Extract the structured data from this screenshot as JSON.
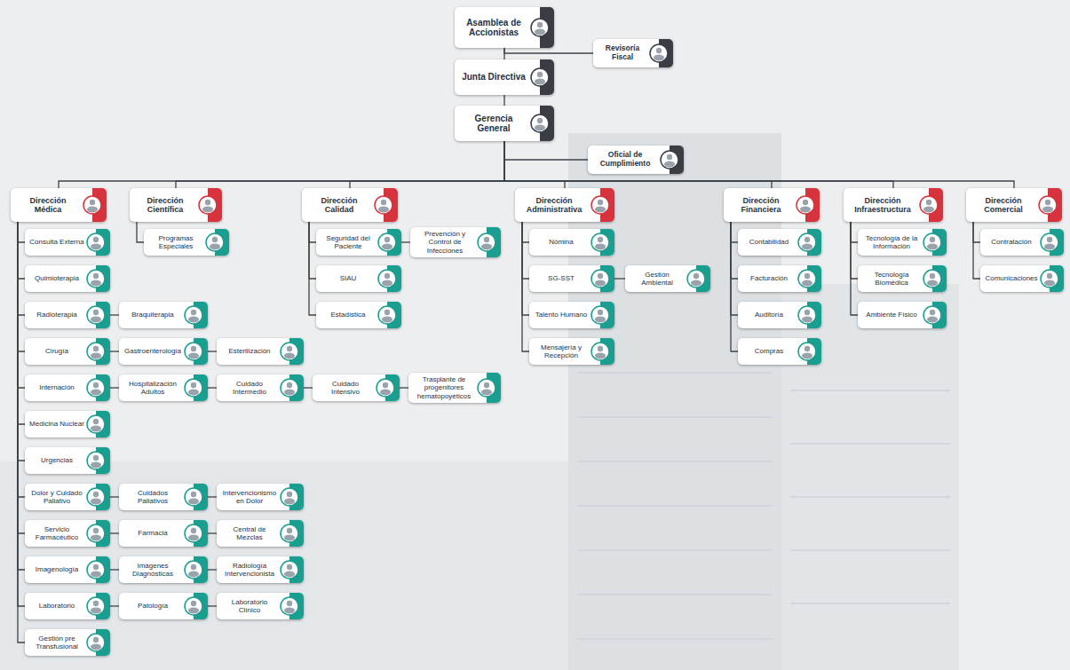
{
  "diagram": {
    "nodes": [
      {
        "text": [
          "Asamblea de Accionistas"
        ]
      },
      {
        "text": [
          "Revisoría Fiscal"
        ]
      },
      {
        "text": [
          "Junta Directiva"
        ]
      },
      {
        "text": [
          "Gerencia General"
        ]
      },
      {
        "text": [
          "Oficial de Cumplimiento"
        ]
      },
      {
        "text": [
          "Dirección Médica"
        ]
      },
      {
        "text": [
          "Dirección Científica"
        ]
      },
      {
        "text": [
          "Dirección Calidad"
        ]
      },
      {
        "text": [
          "Dirección Administrativa"
        ]
      },
      {
        "text": [
          "Dirección Financiera"
        ]
      },
      {
        "text": [
          "Dirección Infraestructura"
        ]
      },
      {
        "text": [
          "Dirección Comercial"
        ]
      },
      {
        "text": [
          "Consulta Externa"
        ]
      },
      {
        "text": [
          "Quimioterapia"
        ]
      },
      {
        "text": [
          "Radioterapia"
        ]
      },
      {
        "text": [
          "Braquiterapia"
        ]
      },
      {
        "text": [
          "Cirugía"
        ]
      },
      {
        "text": [
          "Gastroenterología"
        ]
      },
      {
        "text": [
          "Esterilización"
        ]
      },
      {
        "text": [
          "Internación"
        ]
      },
      {
        "text": [
          "Hospitalización Adultos"
        ]
      },
      {
        "text": [
          "Cuidado Intermedio"
        ]
      },
      {
        "text": [
          "Cuidado Intensivo"
        ]
      },
      {
        "text": [
          "Trasplante de progenitores hematopoyéticos"
        ]
      },
      {
        "text": [
          "Medicina Nuclear"
        ]
      },
      {
        "text": [
          "Urgencias"
        ]
      },
      {
        "text": [
          "Dolor y Cuidado Paliativo"
        ]
      },
      {
        "text": [
          "Cuidados Paliativos"
        ]
      },
      {
        "text": [
          "Intervencionismo en Dolor"
        ]
      },
      {
        "text": [
          "Servicio Farmacéutico"
        ]
      },
      {
        "text": [
          "Farmacia"
        ]
      },
      {
        "text": [
          "Central de Mezclas"
        ]
      },
      {
        "text": [
          "Imagenología"
        ]
      },
      {
        "text": [
          "Imágenes Diagnósticas"
        ]
      },
      {
        "text": [
          "Radiología Intervencionista"
        ]
      },
      {
        "text": [
          "Laboratorio"
        ]
      },
      {
        "text": [
          "Patología"
        ]
      },
      {
        "text": [
          "Laboratorio Clínico"
        ]
      },
      {
        "text": [
          "Gestión pre Transfusional"
        ]
      },
      {
        "text": [
          "Programas Especiales"
        ]
      },
      {
        "text": [
          "Seguridad del Paciente"
        ]
      },
      {
        "text": [
          "Prevención y Control de Infecciones"
        ]
      },
      {
        "text": [
          "SIAU"
        ]
      },
      {
        "text": [
          "Estadística"
        ]
      },
      {
        "text": [
          "Nómina"
        ]
      },
      {
        "text": [
          "SG-SST"
        ]
      },
      {
        "text": [
          "Gestión Ambiental"
        ]
      },
      {
        "text": [
          "Talento Humano"
        ]
      },
      {
        "text": [
          "Mensajería y Recepción"
        ]
      },
      {
        "text": [
          "Contabilidad"
        ]
      },
      {
        "text": [
          "Facturación"
        ]
      },
      {
        "text": [
          "Auditoría"
        ]
      },
      {
        "text": [
          "Compras"
        ]
      },
      {
        "text": [
          "Tecnología de la Información"
        ]
      },
      {
        "text": [
          "Tecnología Biomédica"
        ]
      },
      {
        "text": [
          "Ambiente Físico"
        ]
      },
      {
        "text": [
          "Contratación"
        ]
      },
      {
        "text": [
          "Comunicaciones"
        ]
      }
    ],
    "edges": [
      {
        "from": 0,
        "to": 1,
        "arrow": "none"
      },
      {
        "from": 0,
        "to": 2,
        "arrow": "none"
      },
      {
        "from": 2,
        "to": 3,
        "arrow": "none"
      },
      {
        "from": 3,
        "to": 4,
        "arrow": "none"
      },
      {
        "from": 3,
        "to": 5,
        "arrow": "none"
      },
      {
        "from": 3,
        "to": 6,
        "arrow": "none"
      },
      {
        "from": 3,
        "to": 7,
        "arrow": "none"
      },
      {
        "from": 3,
        "to": 8,
        "arrow": "none"
      },
      {
        "from": 3,
        "to": 9,
        "arrow": "none"
      },
      {
        "from": 3,
        "to": 10,
        "arrow": "none"
      },
      {
        "from": 3,
        "to": 11,
        "arrow": "none"
      },
      {
        "from": 5,
        "to": 12,
        "arrow": "none"
      },
      {
        "from": 5,
        "to": 13,
        "arrow": "none"
      },
      {
        "from": 5,
        "to": 14,
        "arrow": "none"
      },
      {
        "from": 14,
        "to": 15,
        "arrow": "none"
      },
      {
        "from": 5,
        "to": 16,
        "arrow": "none"
      },
      {
        "from": 16,
        "to": 17,
        "arrow": "none"
      },
      {
        "from": 17,
        "to": 18,
        "arrow": "none"
      },
      {
        "from": 5,
        "to": 19,
        "arrow": "none"
      },
      {
        "from": 19,
        "to": 20,
        "arrow": "none"
      },
      {
        "from": 20,
        "to": 21,
        "arrow": "none"
      },
      {
        "from": 21,
        "to": 22,
        "arrow": "none"
      },
      {
        "from": 22,
        "to": 23,
        "arrow": "none"
      },
      {
        "from": 5,
        "to": 24,
        "arrow": "none"
      },
      {
        "from": 5,
        "to": 25,
        "arrow": "none"
      },
      {
        "from": 5,
        "to": 26,
        "arrow": "none"
      },
      {
        "from": 26,
        "to": 27,
        "arrow": "none"
      },
      {
        "from": 27,
        "to": 28,
        "arrow": "none"
      },
      {
        "from": 5,
        "to": 29,
        "arrow": "none"
      },
      {
        "from": 29,
        "to": 30,
        "arrow": "none"
      },
      {
        "from": 30,
        "to": 31,
        "arrow": "none"
      },
      {
        "from": 5,
        "to": 32,
        "arrow": "none"
      },
      {
        "from": 32,
        "to": 33,
        "arrow": "none"
      },
      {
        "from": 33,
        "to": 34,
        "arrow": "none"
      },
      {
        "from": 5,
        "to": 35,
        "arrow": "none"
      },
      {
        "from": 35,
        "to": 36,
        "arrow": "none"
      },
      {
        "from": 36,
        "to": 37,
        "arrow": "none"
      },
      {
        "from": 5,
        "to": 38,
        "arrow": "none"
      },
      {
        "from": 6,
        "to": 39,
        "arrow": "none"
      },
      {
        "from": 7,
        "to": 40,
        "arrow": "none"
      },
      {
        "from": 40,
        "to": 41,
        "arrow": "none"
      },
      {
        "from": 7,
        "to": 42,
        "arrow": "none"
      },
      {
        "from": 7,
        "to": 43,
        "arrow": "none"
      },
      {
        "from": 8,
        "to": 44,
        "arrow": "none"
      },
      {
        "from": 8,
        "to": 45,
        "arrow": "none"
      },
      {
        "from": 45,
        "to": 46,
        "arrow": "none"
      },
      {
        "from": 8,
        "to": 47,
        "arrow": "none"
      },
      {
        "from": 8,
        "to": 48,
        "arrow": "none"
      },
      {
        "from": 9,
        "to": 49,
        "arrow": "none"
      },
      {
        "from": 9,
        "to": 50,
        "arrow": "none"
      },
      {
        "from": 9,
        "to": 51,
        "arrow": "none"
      },
      {
        "from": 9,
        "to": 52,
        "arrow": "none"
      },
      {
        "from": 10,
        "to": 53,
        "arrow": "none"
      },
      {
        "from": 10,
        "to": 54,
        "arrow": "none"
      },
      {
        "from": 10,
        "to": 55,
        "arrow": "none"
      },
      {
        "from": 11,
        "to": 56,
        "arrow": "none"
      },
      {
        "from": 11,
        "to": 57,
        "arrow": "none"
      }
    ]
  }
}
